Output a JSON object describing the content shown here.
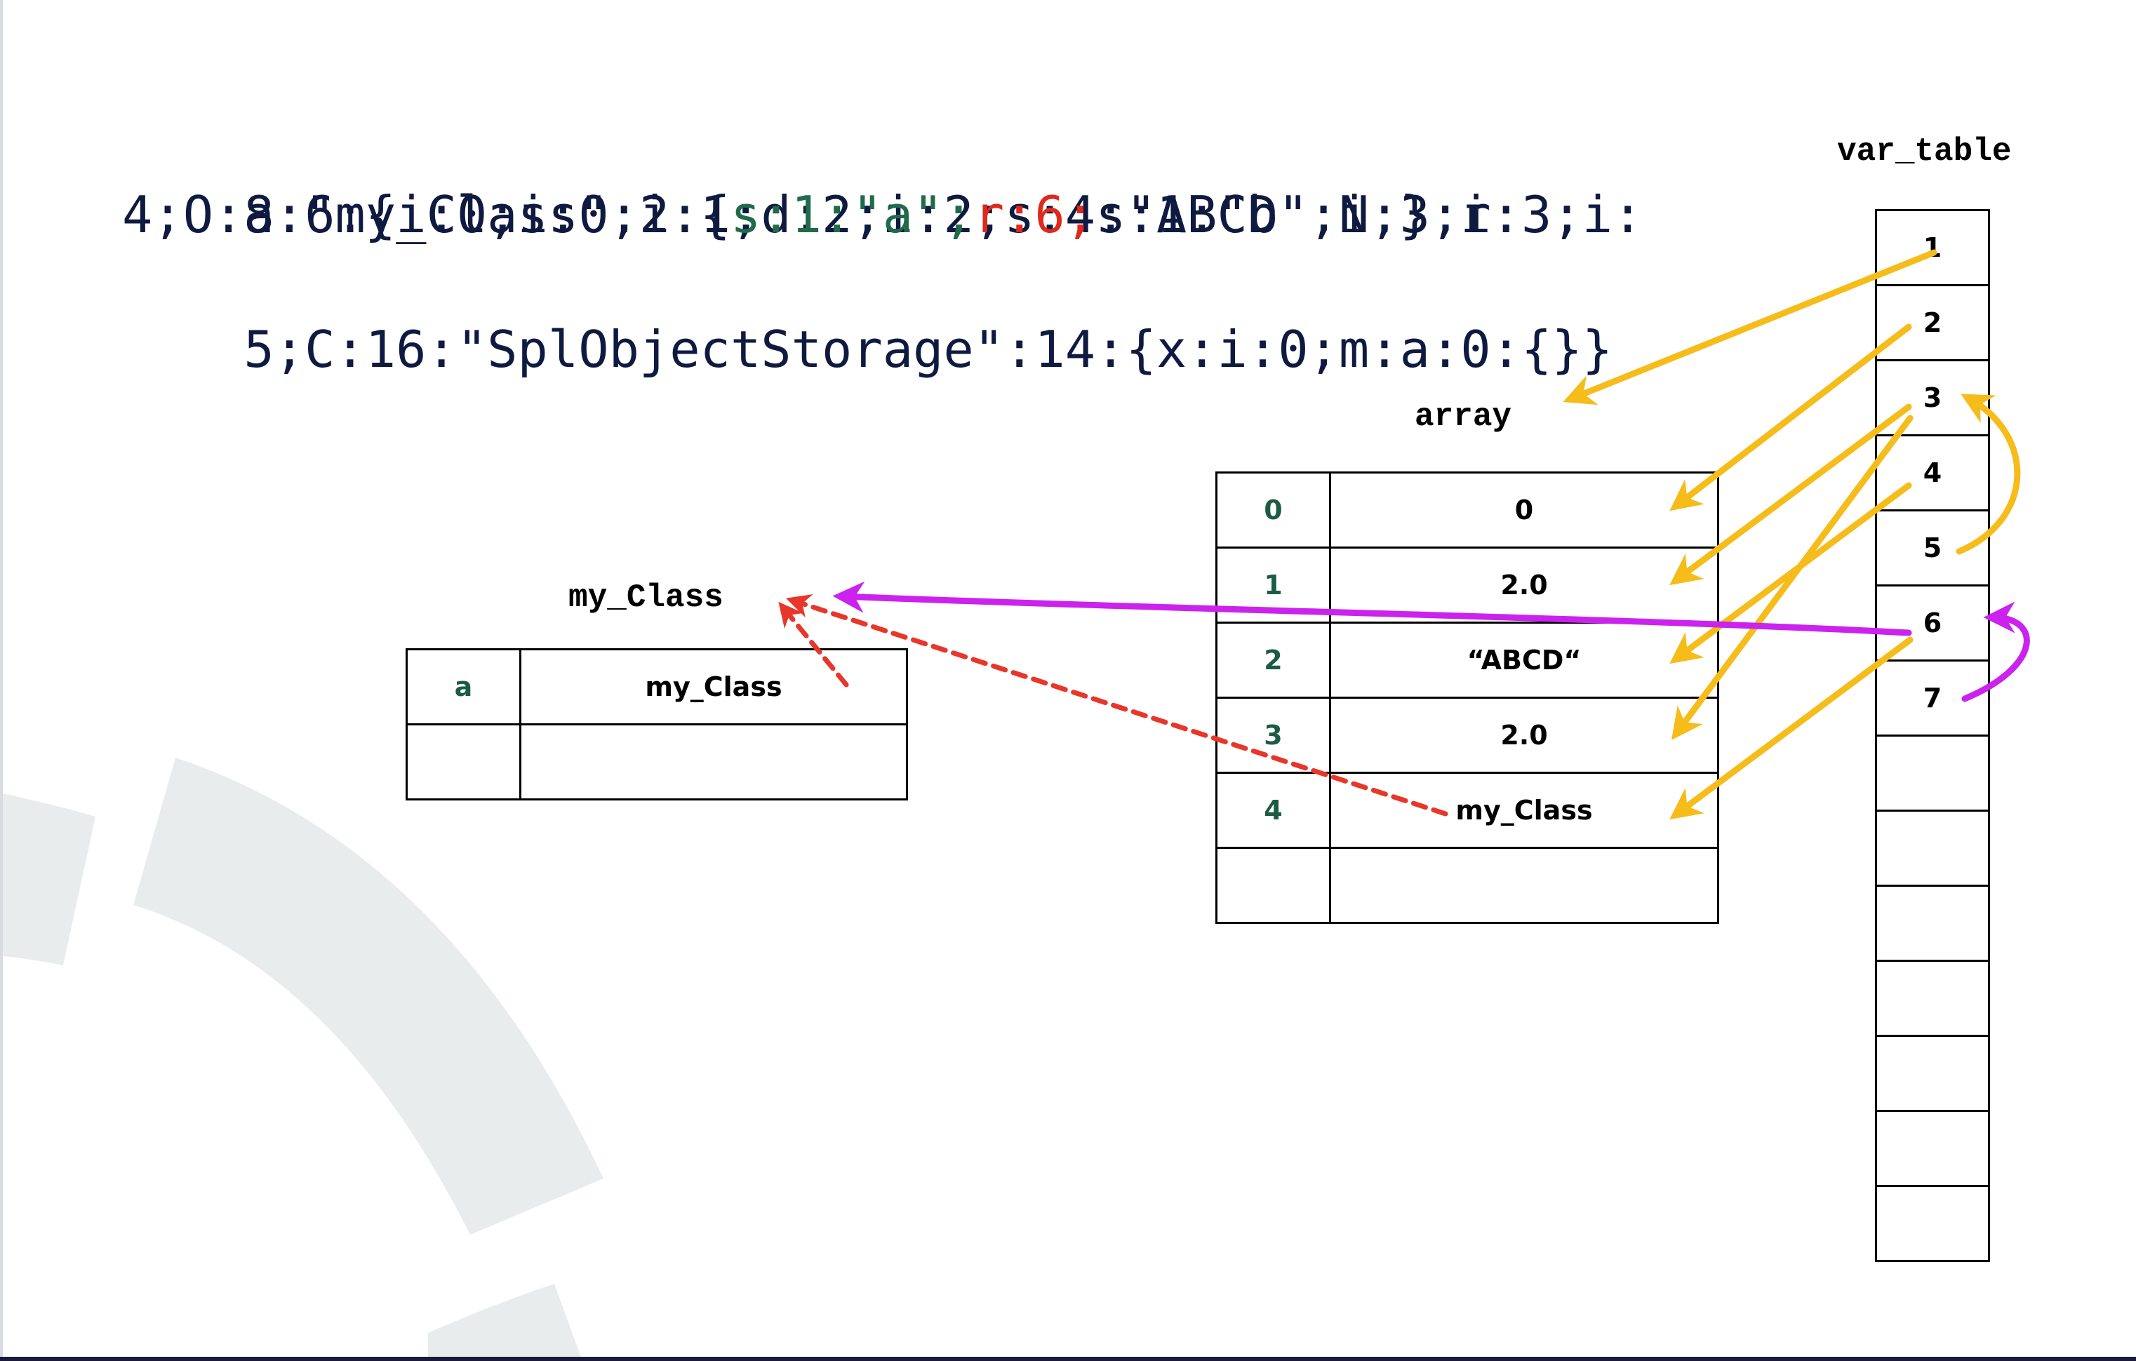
{
  "serialized": {
    "line1": "a:6:{i:0;i:0;i:1;d:2;i:2;s:4:\"ABCD\";i:3;r:3;i:",
    "line2_a": "4;O:8:\"my_Class\":2:{",
    "line2_green": "s:1:\"a\";",
    "line2_red": "r:6;",
    "line2_b": "s:1:\"b\";N;};i:",
    "line3": "5;C:16:\"SplObjectStorage\":14:{x:i:0;m:a:0:{}}"
  },
  "colors": {
    "text": "#0f1a40",
    "green": "#1f6b4a",
    "red": "#e0281c",
    "arrow_yellow": "#f5bc1a",
    "arrow_magenta": "#cc22ee",
    "arrow_red_dashed": "#e8372a",
    "watermark": "#e9eced"
  },
  "var_table": {
    "title": "var_table",
    "rows": [
      "1",
      "2",
      "3",
      "4",
      "5",
      "6",
      "7",
      "",
      "",
      "",
      "",
      "",
      "",
      ""
    ]
  },
  "array_table": {
    "title": "array",
    "rows": [
      {
        "index": "0",
        "value": "0"
      },
      {
        "index": "1",
        "value": "2.0"
      },
      {
        "index": "2",
        "value": "“ABCD“"
      },
      {
        "index": "3",
        "value": "2.0"
      },
      {
        "index": "4",
        "value": "my_Class"
      },
      {
        "index": "",
        "value": ""
      }
    ]
  },
  "class_table": {
    "title": "my_Class",
    "rows": [
      {
        "key": "a",
        "value": "my_Class"
      },
      {
        "key": "",
        "value": ""
      }
    ]
  },
  "arrows": [
    {
      "from": "var_table.1",
      "to": "array",
      "style": "yellow"
    },
    {
      "from": "var_table.2",
      "to": "array.0",
      "style": "yellow"
    },
    {
      "from": "var_table.3",
      "to": "array.1",
      "style": "yellow"
    },
    {
      "from": "var_table.3",
      "to": "array.3",
      "style": "yellow"
    },
    {
      "from": "var_table.4",
      "to": "array.2",
      "style": "yellow"
    },
    {
      "from": "var_table.5",
      "to": "var_table.3",
      "style": "yellow"
    },
    {
      "from": "var_table.6",
      "to": "array.4",
      "style": "yellow"
    },
    {
      "from": "var_table.6",
      "to": "my_Class",
      "style": "magenta"
    },
    {
      "from": "var_table.7",
      "to": "var_table.6",
      "style": "magenta"
    },
    {
      "from": "array.4",
      "to": "my_Class",
      "style": "red-dashed"
    },
    {
      "from": "my_Class.a",
      "to": "my_Class",
      "style": "red-dashed"
    }
  ]
}
